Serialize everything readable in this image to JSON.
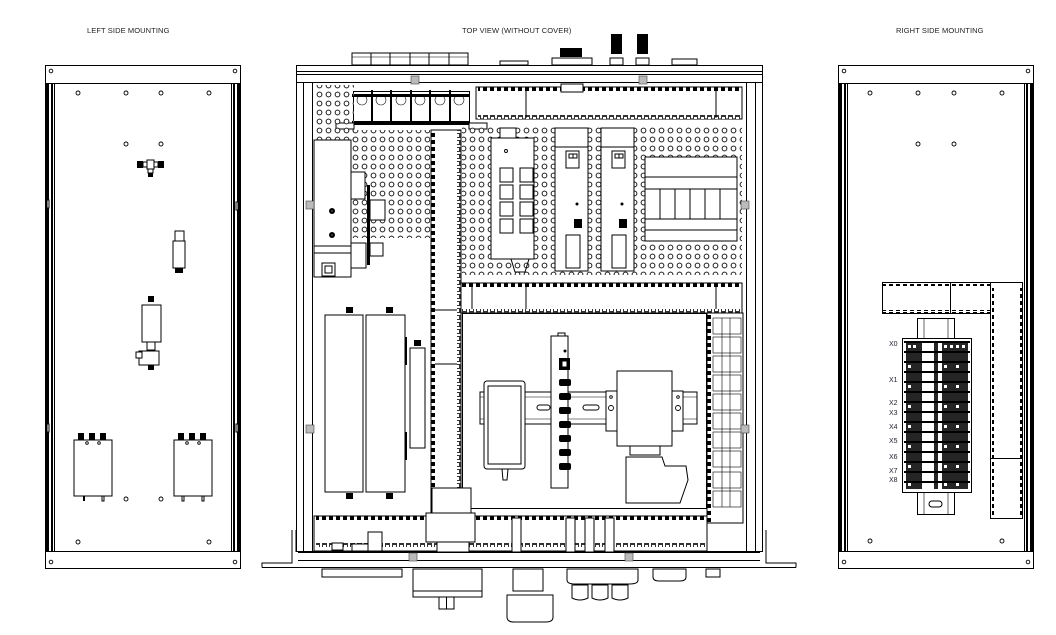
{
  "views": {
    "left": {
      "title": "LEFT SIDE MOUNTING"
    },
    "top": {
      "title": "TOP VIEW (WITHOUT COVER)"
    },
    "right": {
      "title": "RIGHT SIDE MOUNTING"
    }
  },
  "terminal_labels": [
    "X0",
    "X1",
    "X2",
    "X3",
    "X4",
    "X5",
    "X6",
    "X7",
    "X8"
  ],
  "colors": {
    "line": "#000000",
    "screw": "#bbbbbb",
    "background": "#ffffff"
  }
}
